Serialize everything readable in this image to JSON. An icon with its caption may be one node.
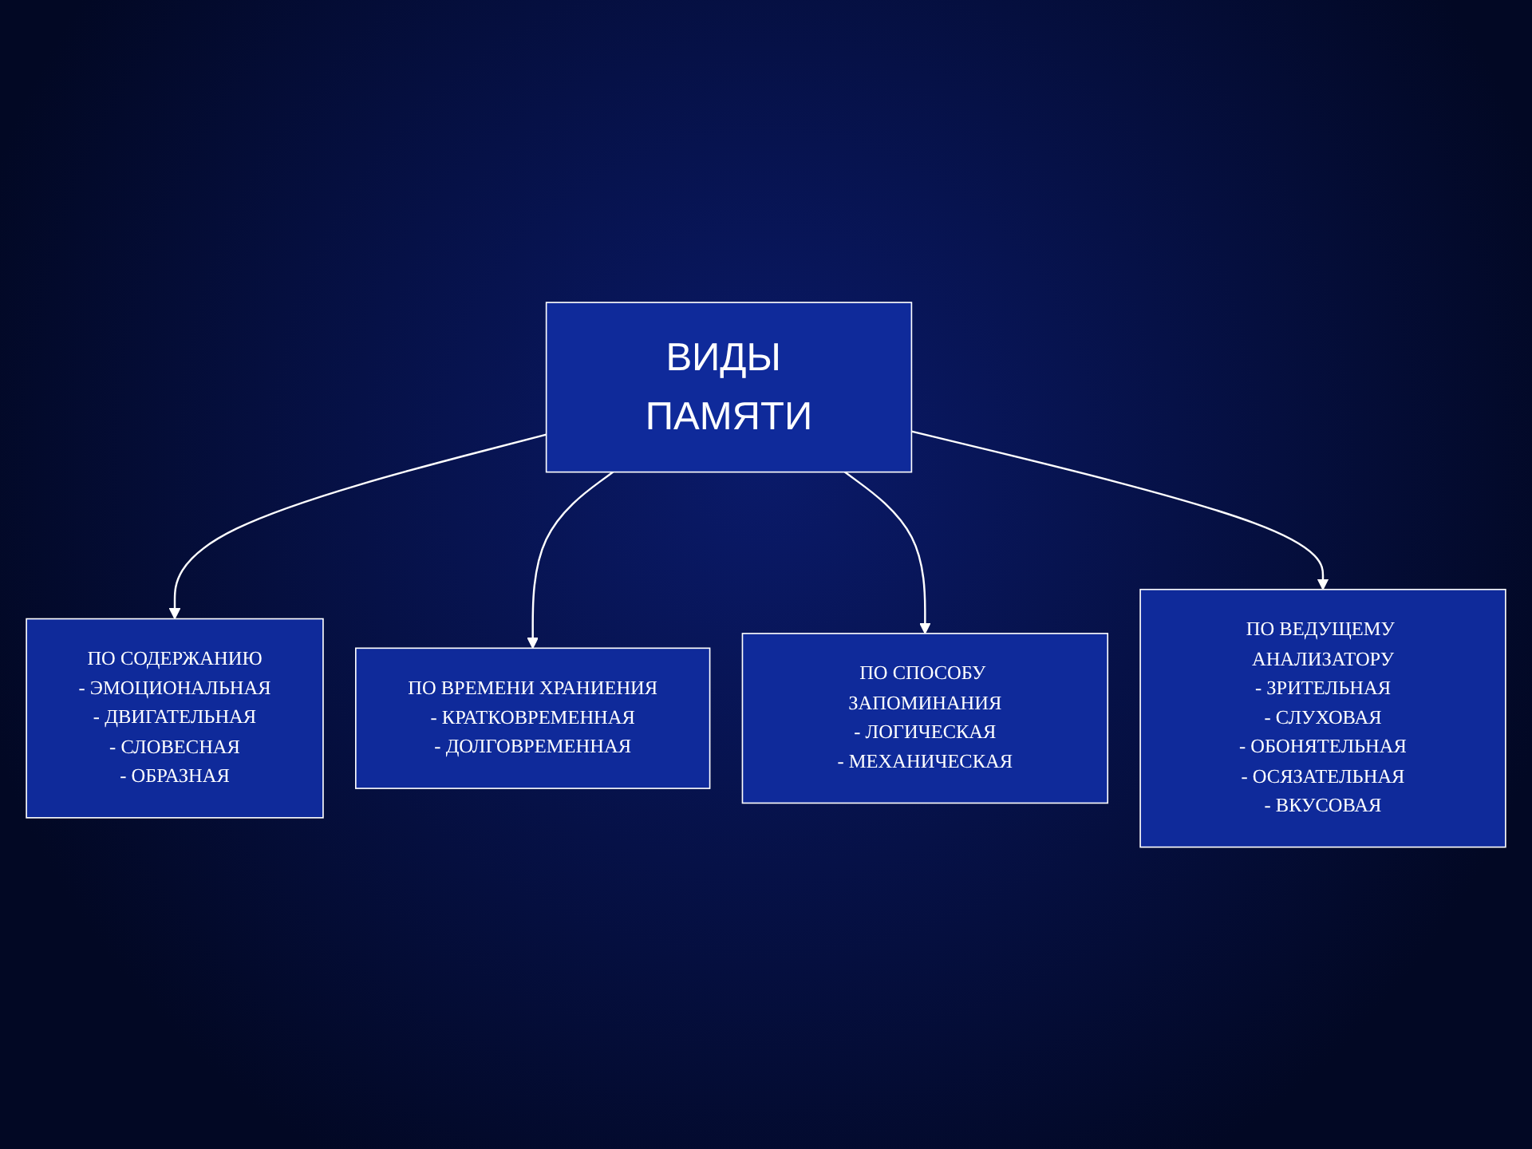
{
  "diagram": {
    "nodes": [
      {
        "text": [
          "ВИДЫ ПАМЯТИ"
        ]
      },
      {
        "text": [
          "ПО СОДЕРЖАНИЮ",
          "- ЭМОЦИОНАЛЬНАЯ",
          "- ДВИГАТЕЛЬНАЯ",
          "- СЛОВЕСНАЯ",
          "- ОБРАЗНАЯ"
        ]
      },
      {
        "text": [
          "ПО ВРЕМЕНИ ХРАНИЕНИЯ",
          "- КРАТКОВРЕМЕННАЯ",
          "- ДОЛГОВРЕМЕННАЯ"
        ]
      },
      {
        "text": [
          "ПО СПОСОБУ ЗАПОМИНАНИЯ",
          "- ЛОГИЧЕСКАЯ",
          "- МЕХАНИЧЕСКАЯ"
        ]
      },
      {
        "text": [
          "ПО ВЕДУЩЕМУ АНАЛИЗАТОРУ",
          "- ЗРИТЕЛЬНАЯ",
          "- СЛУХОВАЯ",
          "- ОБОНЯТЕЛЬНАЯ",
          "- ОСЯЗАТЕЛЬНАЯ",
          "- ВКУСОВАЯ"
        ]
      }
    ],
    "edges": [
      {
        "from": 0,
        "to": 1,
        "arrow": "to"
      },
      {
        "from": 0,
        "to": 2,
        "arrow": "to"
      },
      {
        "from": 0,
        "to": 3,
        "arrow": "to"
      },
      {
        "from": 0,
        "to": 4,
        "arrow": "to"
      }
    ]
  }
}
